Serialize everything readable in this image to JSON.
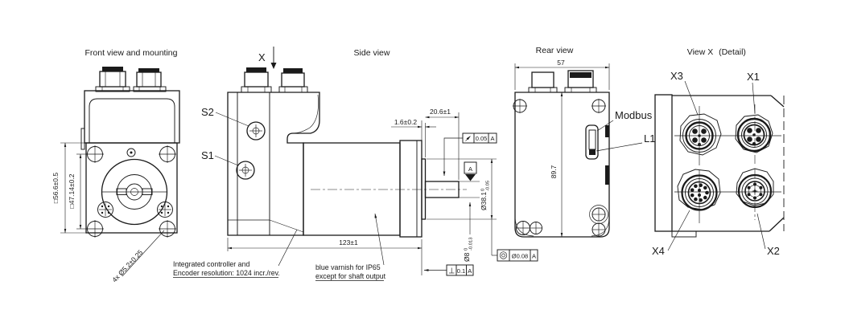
{
  "front": {
    "title": "Front view and mounting",
    "dim_outer": "□56.6±0.5",
    "dim_holes": "□47.14±0.2",
    "hole_note": "4x Ø5.2±0.25"
  },
  "side": {
    "title": "Side view",
    "section_arrow": "X",
    "s2": "S2",
    "s1": "S1",
    "dim_pilot": "1.6±0.2",
    "dim_shaft": "20.6±1",
    "dim_length": "123±1",
    "runout_tol": "0.05",
    "runout_datum": "A",
    "datum_flag": "A",
    "shaft_dia": "Ø8",
    "shaft_tol_hi": "0",
    "shaft_tol_lo": "-0.013",
    "pilot_dia": "Ø38.1",
    "pilot_tol_hi": "0",
    "pilot_tol_lo": "-0.05",
    "perp_tol": "0.1",
    "perp_datum": "A",
    "conc_tol": "Ø0.08",
    "conc_datum": "A",
    "note1_line1": "Integrated controller and",
    "note1_line2": "Encoder resolution: 1024 incr./rev.",
    "note2_line1": "blue varnish for IP65",
    "note2_line2": "except for shaft output"
  },
  "rear": {
    "title": "Rear view",
    "dim_width": "57",
    "dim_height": "89.7",
    "modbus": "Modbus",
    "led": "L1"
  },
  "viewx": {
    "title": "View X",
    "subtitle": "(Detail)",
    "x1": "X1",
    "x2": "X2",
    "x3": "X3",
    "x4": "X4"
  }
}
